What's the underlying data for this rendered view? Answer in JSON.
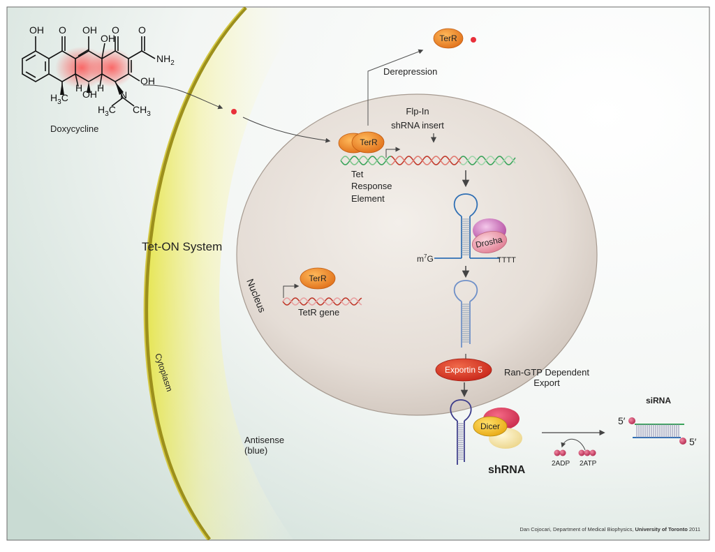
{
  "molecule": {
    "name": "Doxycycline",
    "groups": {
      "oh_top_left": "OH",
      "o_top_1": "O",
      "oh_top_2": "OH",
      "oh_top_3": "OH",
      "o_top_4": "O",
      "o_amide": "O",
      "nh2": "NH",
      "nh2_sub": "2",
      "oh_right": "OH",
      "h3c_left": "H",
      "h3c_left_sub": "3",
      "h3c_left_c": "C",
      "h_left": "H",
      "oh_bottom": "OH",
      "h_right": "H",
      "n": "N",
      "h3c_bottom": "H",
      "h3c_bottom_sub": "3",
      "h3c_bottom_c": "C",
      "ch3": "CH",
      "ch3_sub": "3"
    }
  },
  "labels": {
    "system": "Tet-ON System",
    "cytoplasm": "Cytoplasm",
    "nucleus": "Nucleus",
    "derepression": "Derepression",
    "flp_in_line1": "Flp-In",
    "flp_in_line2": "shRNA insert",
    "tre_line1": "Tet",
    "tre_line2": "Response",
    "tre_line3": "Element",
    "tetr_gene": "TetR gene",
    "m7g_base": "m",
    "m7g_sup": "7",
    "m7g_g": "G",
    "tttt": "TTTT",
    "export_line1": "Ran-GTP Dependent",
    "export_line2": "Export",
    "shrna": "shRNA",
    "sirna": "siRNA",
    "adp": "2ADP",
    "atp": "2ATP",
    "five_prime_left": "5′",
    "five_prime_right": "5′",
    "antisense_line1": "Antisense",
    "antisense_line2": "(blue)"
  },
  "proteins": {
    "terr_top": "TerR",
    "terr_tre": "TerR",
    "terr_gene": "TerR",
    "drosha": "Drosha",
    "exportin": "Exportin 5",
    "dicer": "Dicer"
  },
  "credit": {
    "author": "Dan Cojocari, Department of Medical Biophysics, ",
    "institution": "University of Toronto",
    "year": "  2011"
  },
  "colors": {
    "membrane": "#b3a42a",
    "cytoplasm_glow": "#f2ef6a",
    "nucleus": "#e2d9d2",
    "terr_orange": "#f08a1c",
    "drosha_pink": "#e89aab",
    "exportin_red": "#e03a22",
    "dicer_yellow": "#f1c320",
    "rna_blue": "#2f6fb4",
    "dna_red": "#c0392b",
    "dna_green": "#3aa35a",
    "doxy_red": "#e8303a"
  }
}
